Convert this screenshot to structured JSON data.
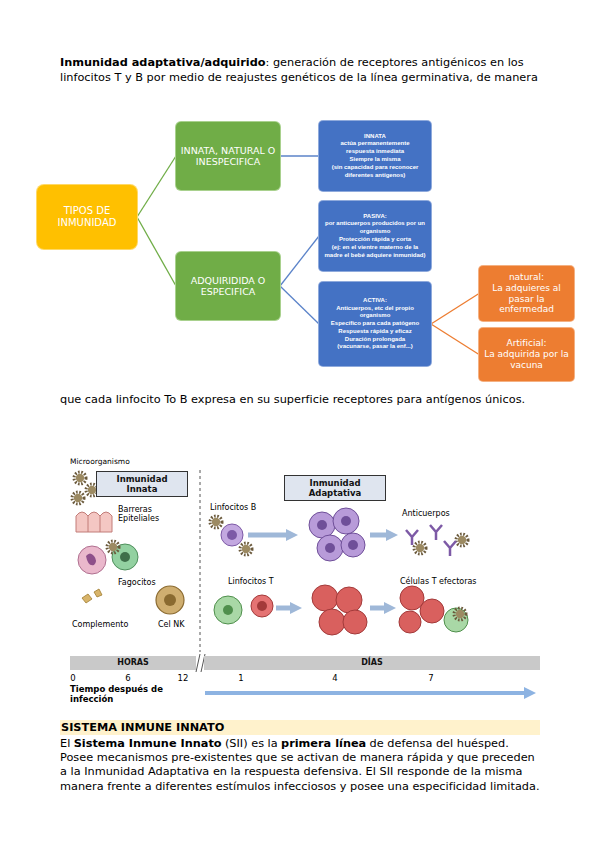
{
  "diagram": {
    "nodes": [
      {
        "text": [
          "TIPOS DE INMUNIDAD"
        ]
      },
      {
        "text": [
          "INNATA, NATURAL O INESPECIFICA"
        ]
      },
      {
        "text": [
          "ADQUIRIDIDA O ESPECIFICA"
        ]
      },
      {
        "text": [
          "INNATA",
          "actúa permanentemente",
          "respuesta inmediata",
          "Siempre la misma",
          "(sin capacidad para reconocer diferentes antígenos)"
        ]
      },
      {
        "text": [
          "PASIVA:",
          "por anticuerpos producidos por un organismo",
          "Protección rápida y corta",
          "(ej: en el vientre materno de la madre el bebé adquiere inmunidad)"
        ]
      },
      {
        "text": [
          "ACTIVA:",
          "Anticuerpos, etc del propio organismo",
          "Específico para cada patógeno",
          "Respuesta rápida y eficaz",
          "Duración prolongada",
          "(vacunarse, pasar la enf...)"
        ]
      },
      {
        "text": [
          "natural:",
          "La adquieres al pasar la enfermedad"
        ]
      },
      {
        "text": [
          "Artificial:",
          "La adquirida por la vacuna"
        ]
      },
      {
        "text": [
          "Inmunidad Innata"
        ]
      },
      {
        "text": [
          "Inmunidad Adaptativa"
        ]
      },
      {
        "text": [
          "HORAS"
        ]
      },
      {
        "text": [
          "DÍAS"
        ]
      },
      {
        "text": [
          "SISTEMA INMUNE INNATO"
        ]
      }
    ],
    "edges": [
      {
        "from": 0,
        "to": 1,
        "arrow": "none"
      },
      {
        "from": 0,
        "to": 2,
        "arrow": "none"
      },
      {
        "from": 1,
        "to": 3,
        "arrow": "none"
      },
      {
        "from": 2,
        "to": 4,
        "arrow": "none"
      },
      {
        "from": 2,
        "to": 5,
        "arrow": "none"
      },
      {
        "from": 5,
        "to": 6,
        "arrow": "none"
      },
      {
        "from": 5,
        "to": 7,
        "arrow": "none"
      }
    ],
    "labels": [
      "Inmunidad adaptativa/adquirido",
      ": generación de receptores antigénicos en los linfocitos T y B por medio de reajustes genéticos de la línea germinativa, de manera",
      "que cada linfocito To B expresa en su superficie receptores para antígenos únicos.",
      "Microorganismo",
      "Barreras Epiteliales",
      "Fagocitos",
      "Complemento",
      "Cel NK",
      "Linfocitos B",
      "Anticuerpos",
      "Linfocitos T",
      "Células T efectoras",
      "0",
      "6",
      "12",
      "1",
      "4",
      "7",
      "Tiempo después de infección",
      "El",
      "Sistema Inmune Innato",
      "(SII) es la",
      "primera línea",
      "de defensa del huésped. Posee mecanismos pre-existentes que se activan de manera rápida y que preceden a la Inmunidad Adaptativa en la respuesta defensiva. El SII responde de la misma manera frente a diferentes estímulos infecciosos y posee una especificidad limitada."
    ]
  }
}
